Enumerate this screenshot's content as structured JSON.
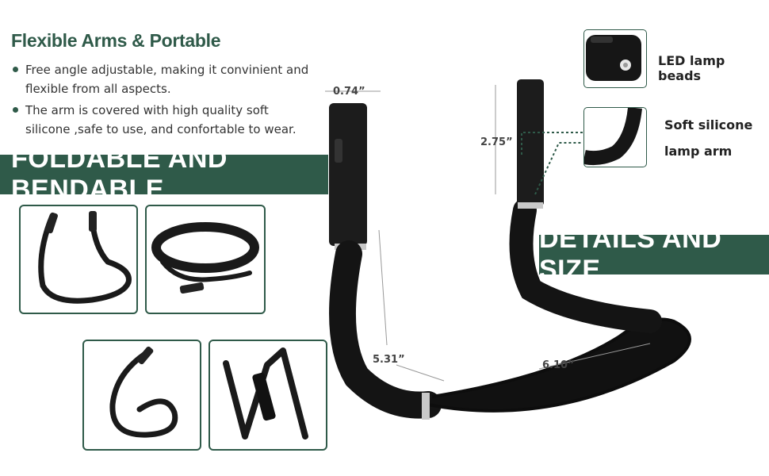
{
  "header": {
    "title": "Flexible Arms & Portable",
    "bullets": [
      "Free angle adjustable, making it convinient and flexible from all aspects.",
      "The arm is covered with high quality soft silicone ,safe to use, and confortable to wear."
    ]
  },
  "banners": {
    "left": "FOLDABLE AND BENDABLE",
    "right": "DETAILS AND SIZE"
  },
  "details": {
    "led_label": "LED lamp beads",
    "arm_label_line1": "Soft silicone",
    "arm_label_line2": "lamp arm"
  },
  "dimensions": {
    "width_head": "0.74”",
    "head_length": "2.75”",
    "arm_length": "5.31”",
    "band_length": "6.10”"
  },
  "colors": {
    "accent": "#2f5a49",
    "product": "#1a1a1a"
  }
}
